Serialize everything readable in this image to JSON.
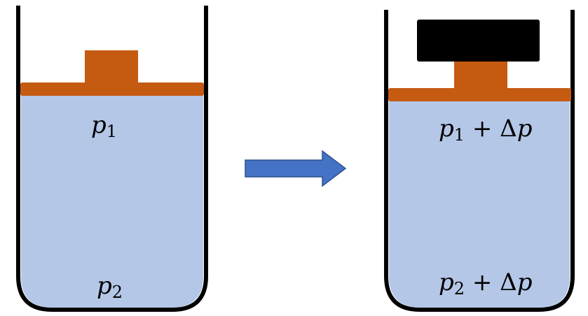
{
  "colors": {
    "background": "#ffffff",
    "container_outline": "#000000",
    "liquid": "#b4c7e7",
    "piston": "#c55a11",
    "weight": "#000000",
    "arrow_fill": "#4472c4",
    "arrow_stroke": "#2f528f"
  },
  "before": {
    "top_label": {
      "var": "p",
      "sub": "1"
    },
    "bottom_label": {
      "var": "p",
      "sub": "2"
    }
  },
  "after": {
    "top_label": {
      "var": "p",
      "sub": "1",
      "op": " + Δ",
      "var2": "p"
    },
    "bottom_label": {
      "var": "p",
      "sub": "2",
      "op": " + Δ",
      "var2": "p"
    }
  },
  "arrow": {
    "direction": "right",
    "icon": "arrow-right-icon"
  }
}
